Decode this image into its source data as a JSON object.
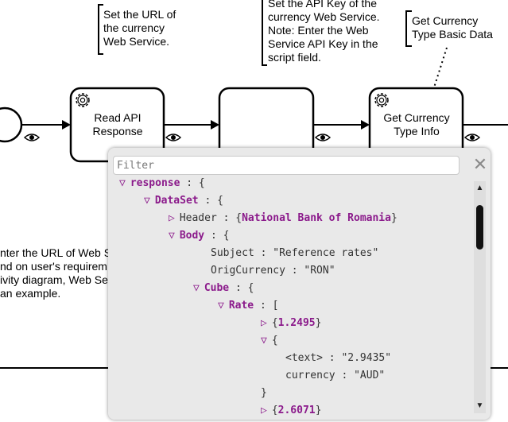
{
  "notes": {
    "url_note": [
      "Set the URL of",
      "the currency",
      "Web Service."
    ],
    "api_key_note": [
      "Set the API Key of the",
      "currency Web Service.",
      "Note: Enter the Web",
      "Service API Key in the",
      "script field."
    ],
    "currency_note": [
      "Get Currency",
      "Type Basic Data"
    ]
  },
  "tasks": {
    "read_api_response": [
      "Read API",
      "Response"
    ],
    "get_currency_type_info": [
      "Get Currency",
      "Type Info"
    ]
  },
  "side_description": [
    "nter the URL of Web S",
    "nd on user's requirem",
    "ivity diagram, Web Se",
    "an example."
  ],
  "inspector": {
    "filter_placeholder": "Filter",
    "close_symbol": "✕",
    "tree": {
      "response_key": "response",
      "dataset_key": "DataSet",
      "header_key": "Header",
      "header_summary": "National Bank of Romania",
      "body_key": "Body",
      "subject_key": "Subject",
      "subject_value": "\"Reference rates\"",
      "origcurrency_key": "OrigCurrency",
      "origcurrency_value": "\"RON\"",
      "cube_key": "Cube",
      "rate_key": "Rate",
      "rate_item_1_summary": "1.2495",
      "text_key": "<text>",
      "text_value": "\"2.9435\"",
      "currency_key": "currency",
      "currency_value": "\"AUD\"",
      "rate_item_3_summary": "2.6071"
    }
  }
}
